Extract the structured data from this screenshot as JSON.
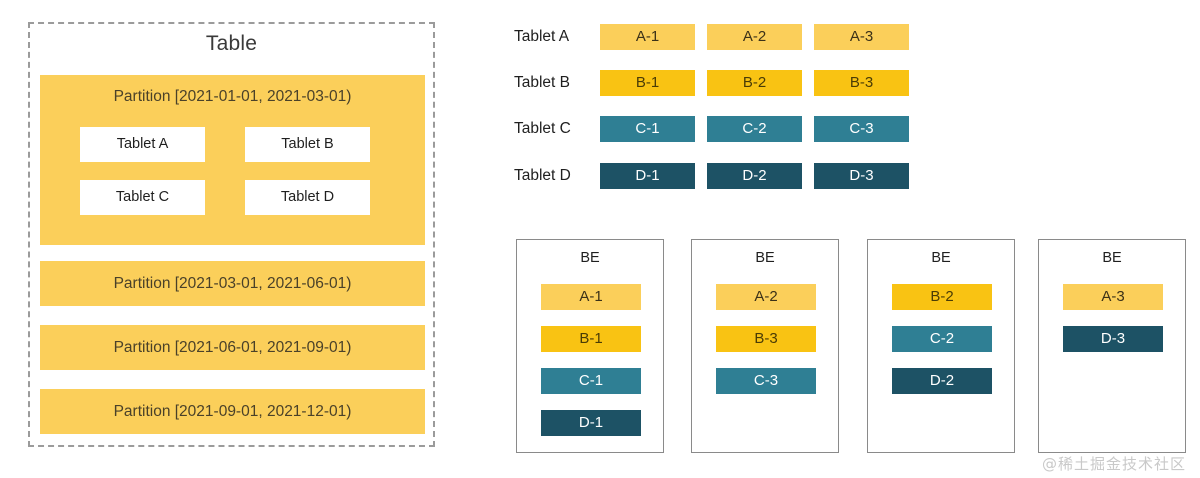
{
  "table_panel": {
    "title": "Table",
    "partitions": [
      {
        "label": "Partition [2021-01-01, 2021-03-01)",
        "tablets": [
          "Tablet A",
          "Tablet B",
          "Tablet C",
          "Tablet D"
        ]
      },
      {
        "label": "Partition [2021-03-01, 2021-06-01)"
      },
      {
        "label": "Partition [2021-06-01, 2021-09-01)"
      },
      {
        "label": "Partition [2021-09-01, 2021-12-01)"
      }
    ]
  },
  "tablet_rows": [
    {
      "label": "Tablet A",
      "color_key": "c-a",
      "chunks": [
        "A-1",
        "A-2",
        "A-3"
      ]
    },
    {
      "label": "Tablet B",
      "color_key": "c-b",
      "chunks": [
        "B-1",
        "B-2",
        "B-3"
      ]
    },
    {
      "label": "Tablet C",
      "color_key": "c-c",
      "chunks": [
        "C-1",
        "C-2",
        "C-3"
      ]
    },
    {
      "label": "Tablet D",
      "color_key": "c-d",
      "chunks": [
        "D-1",
        "D-2",
        "D-3"
      ]
    }
  ],
  "be_nodes": [
    {
      "title": "BE",
      "items": [
        {
          "label": "A-1",
          "color_key": "c-a"
        },
        {
          "label": "B-1",
          "color_key": "c-b"
        },
        {
          "label": "C-1",
          "color_key": "c-c"
        },
        {
          "label": "D-1",
          "color_key": "c-d"
        }
      ]
    },
    {
      "title": "BE",
      "items": [
        {
          "label": "A-2",
          "color_key": "c-a"
        },
        {
          "label": "B-3",
          "color_key": "c-b"
        },
        {
          "label": "C-3",
          "color_key": "c-c"
        }
      ]
    },
    {
      "title": "BE",
      "items": [
        {
          "label": "B-2",
          "color_key": "c-b"
        },
        {
          "label": "C-2",
          "color_key": "c-c"
        },
        {
          "label": "D-2",
          "color_key": "c-d"
        }
      ]
    },
    {
      "title": "BE",
      "items": [
        {
          "label": "A-3",
          "color_key": "c-a"
        },
        {
          "label": "D-3",
          "color_key": "c-d"
        }
      ]
    }
  ],
  "watermark": "@稀土掘金技术社区",
  "colors": {
    "replica_a": "#fbcf5a",
    "replica_b": "#f9c313",
    "replica_c": "#2f7f94",
    "replica_d": "#1d5265",
    "partition_bg": "#fbcf5a",
    "panel_border": "#9b9b9b",
    "be_border": "#8a8a8a"
  }
}
